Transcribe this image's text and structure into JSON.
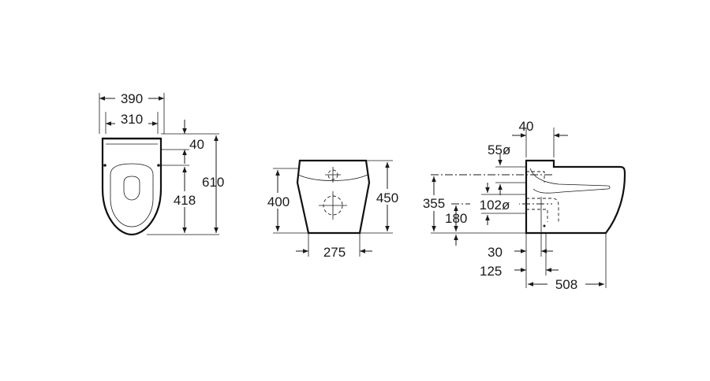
{
  "views": {
    "top": {
      "width_outer": "390",
      "width_inner": "310",
      "depth_rear": "40",
      "depth_fixing": "418",
      "depth_total": "610"
    },
    "front": {
      "height_low": "400",
      "height_high": "450",
      "base_width": "275"
    },
    "side": {
      "top_offset": "40",
      "inlet_dia": "55ø",
      "inlet_height": "355",
      "outlet_dia": "102ø",
      "outlet_height": "180",
      "offset_a": "30",
      "offset_b": "125",
      "length": "508"
    }
  }
}
